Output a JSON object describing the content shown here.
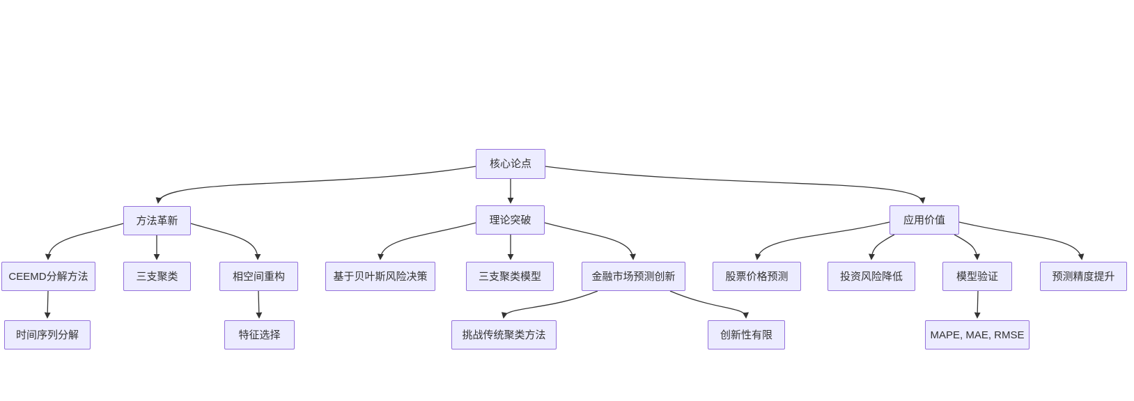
{
  "diagram": {
    "type": "flowchart-tree",
    "background_color": "#ffffff",
    "node_fill_color": "#ECECFF",
    "node_border_color": "#9370DB",
    "edge_color": "#333333",
    "text_color": "#333333",
    "nodes": [
      {
        "id": "core-thesis",
        "label": "核心论点",
        "level": 1
      },
      {
        "id": "method-innovation",
        "label": "方法革新",
        "level": 2
      },
      {
        "id": "theory-breakthrough",
        "label": "理论突破",
        "level": 2
      },
      {
        "id": "application-value",
        "label": "应用价值",
        "level": 2
      },
      {
        "id": "ceemd-decomposition",
        "label": "CEEMD分解方法",
        "level": 3
      },
      {
        "id": "three-way-clustering",
        "label": "三支聚类",
        "level": 3
      },
      {
        "id": "phase-space-reconstruction",
        "label": "相空间重构",
        "level": 3
      },
      {
        "id": "bayesian-risk-decision",
        "label": "基于贝叶斯风险决策",
        "level": 3
      },
      {
        "id": "three-way-clustering-model",
        "label": "三支聚类模型",
        "level": 3
      },
      {
        "id": "financial-market-prediction",
        "label": "金融市场预测创新",
        "level": 3
      },
      {
        "id": "stock-price-prediction",
        "label": "股票价格预测",
        "level": 3
      },
      {
        "id": "investment-risk-reduction",
        "label": "投资风险降低",
        "level": 3
      },
      {
        "id": "model-validation",
        "label": "模型验证",
        "level": 3
      },
      {
        "id": "prediction-accuracy",
        "label": "预测精度提升",
        "level": 3
      },
      {
        "id": "time-series-decomposition",
        "label": "时间序列分解",
        "level": 4
      },
      {
        "id": "feature-selection",
        "label": "特征选择",
        "level": 4
      },
      {
        "id": "challenge-traditional-clustering",
        "label": "挑战传统聚类方法",
        "level": 4
      },
      {
        "id": "limited-innovation",
        "label": "创新性有限",
        "level": 4
      },
      {
        "id": "evaluation-metrics",
        "label": "MAPE, MAE, RMSE",
        "level": 4
      }
    ],
    "edges": [
      {
        "from": "core-thesis",
        "to": "method-innovation"
      },
      {
        "from": "core-thesis",
        "to": "theory-breakthrough"
      },
      {
        "from": "core-thesis",
        "to": "application-value"
      },
      {
        "from": "method-innovation",
        "to": "ceemd-decomposition"
      },
      {
        "from": "method-innovation",
        "to": "three-way-clustering"
      },
      {
        "from": "method-innovation",
        "to": "phase-space-reconstruction"
      },
      {
        "from": "theory-breakthrough",
        "to": "bayesian-risk-decision"
      },
      {
        "from": "theory-breakthrough",
        "to": "three-way-clustering-model"
      },
      {
        "from": "theory-breakthrough",
        "to": "financial-market-prediction"
      },
      {
        "from": "application-value",
        "to": "stock-price-prediction"
      },
      {
        "from": "application-value",
        "to": "investment-risk-reduction"
      },
      {
        "from": "application-value",
        "to": "model-validation"
      },
      {
        "from": "application-value",
        "to": "prediction-accuracy"
      },
      {
        "from": "ceemd-decomposition",
        "to": "time-series-decomposition"
      },
      {
        "from": "phase-space-reconstruction",
        "to": "feature-selection"
      },
      {
        "from": "financial-market-prediction",
        "to": "challenge-traditional-clustering"
      },
      {
        "from": "financial-market-prediction",
        "to": "limited-innovation"
      },
      {
        "from": "model-validation",
        "to": "evaluation-metrics"
      }
    ]
  }
}
